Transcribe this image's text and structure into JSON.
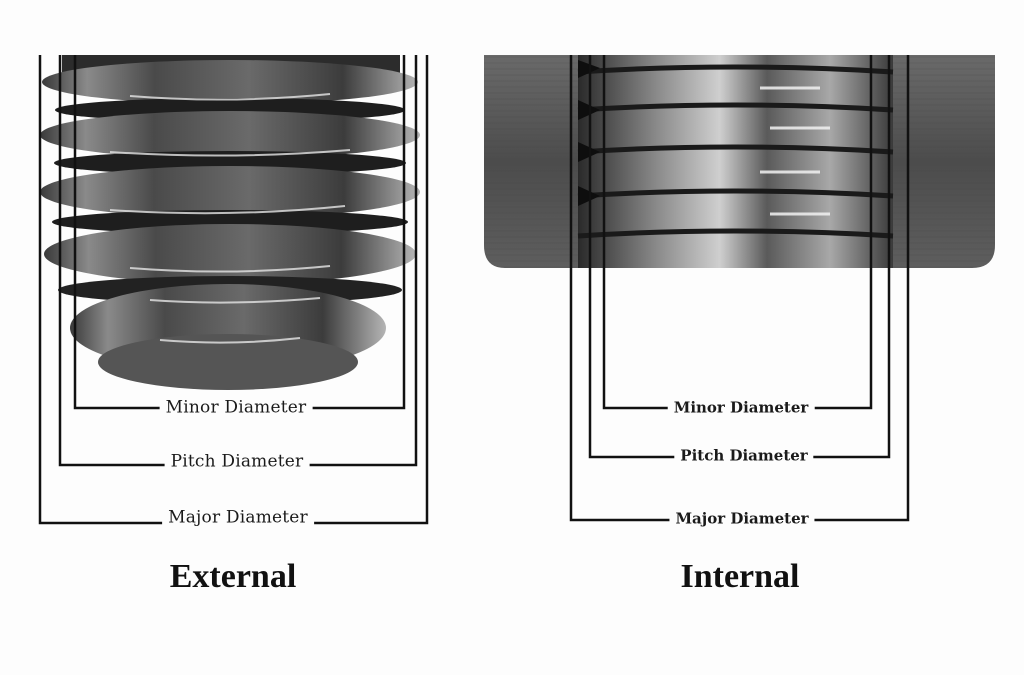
{
  "external": {
    "caption": "External",
    "labels": {
      "minor": "Minor Diameter",
      "pitch": "Pitch Diameter",
      "major": "Major Diameter"
    }
  },
  "internal": {
    "caption": "Internal",
    "labels": {
      "minor": "Minor Diameter",
      "pitch": "Pitch Diameter",
      "major": "Major Diameter"
    }
  },
  "colors": {
    "background": "#fdfdfd",
    "line": "#111111",
    "metal_dark": "#2a2a2a",
    "metal_mid": "#6e6e6e",
    "metal_light": "#d8d8d8",
    "nut_face": "#5a5a5a"
  }
}
